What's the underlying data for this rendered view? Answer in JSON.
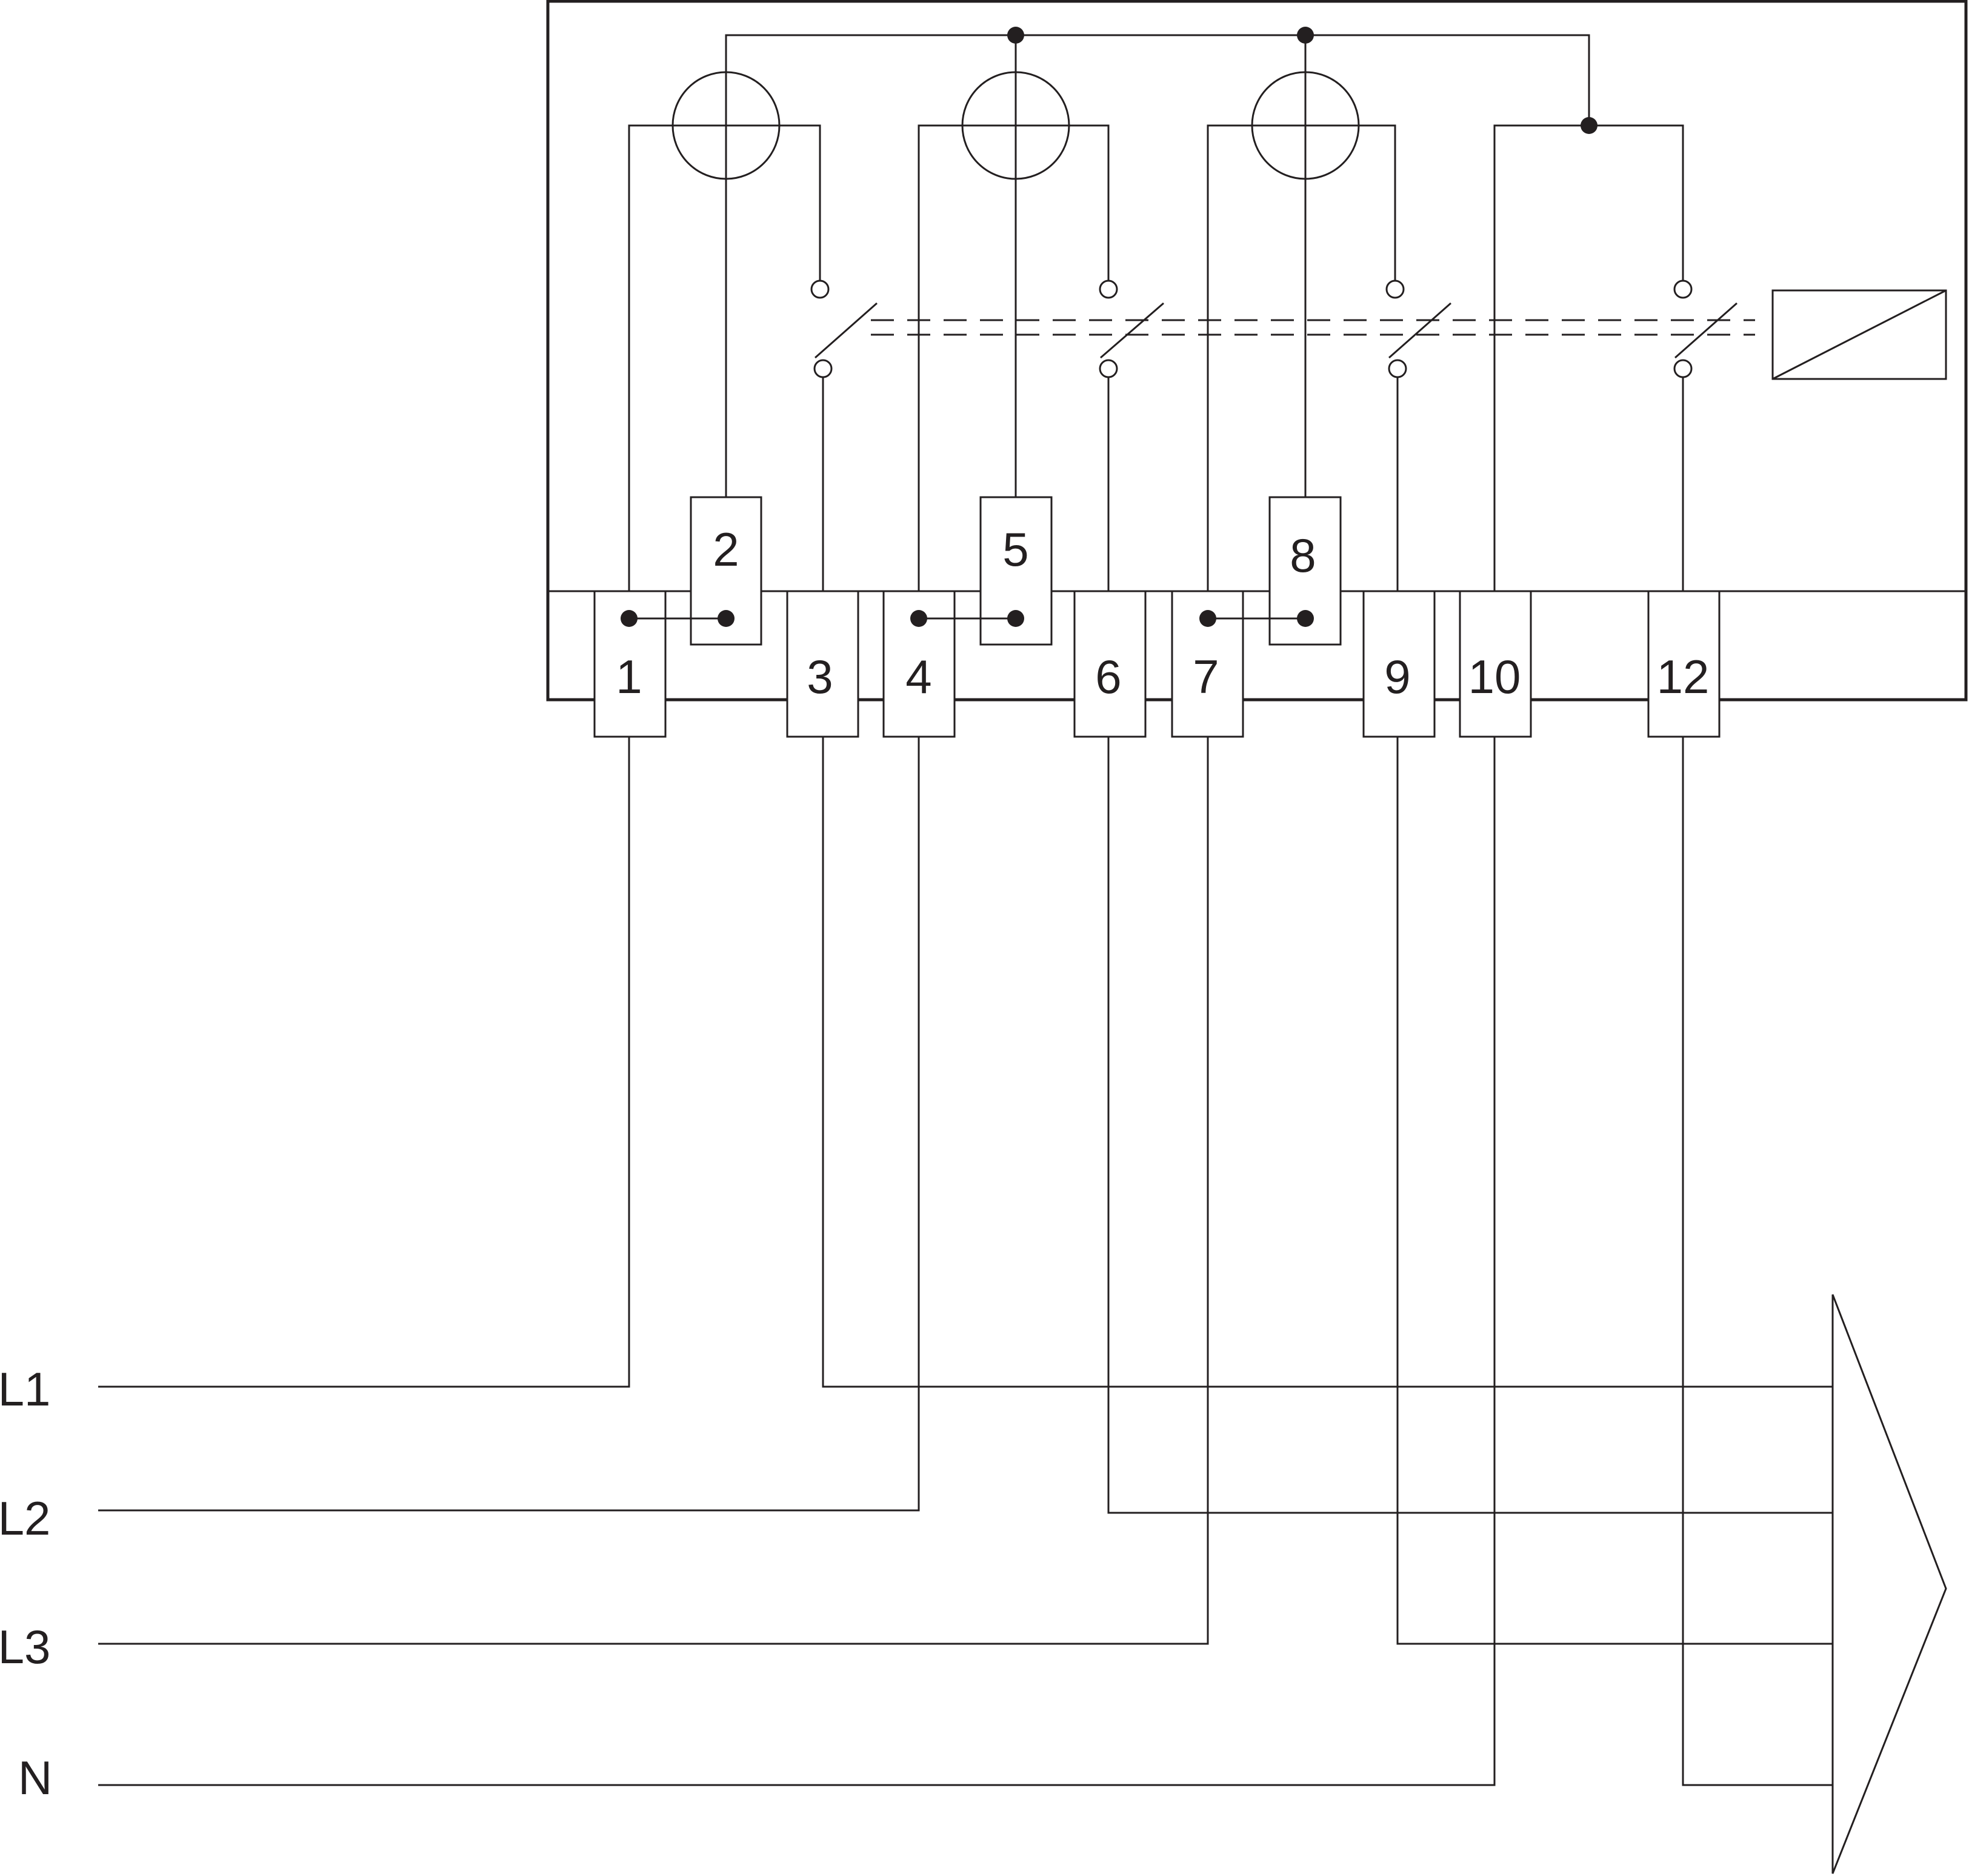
{
  "terminals": {
    "t1": "1",
    "t2": "2",
    "t3": "3",
    "t4": "4",
    "t5": "5",
    "t6": "6",
    "t7": "7",
    "t8": "8",
    "t9": "9",
    "t10": "10",
    "t12": "12"
  },
  "lines": {
    "l1": "L1",
    "l2": "L2",
    "l3": "L3",
    "n": "N"
  }
}
